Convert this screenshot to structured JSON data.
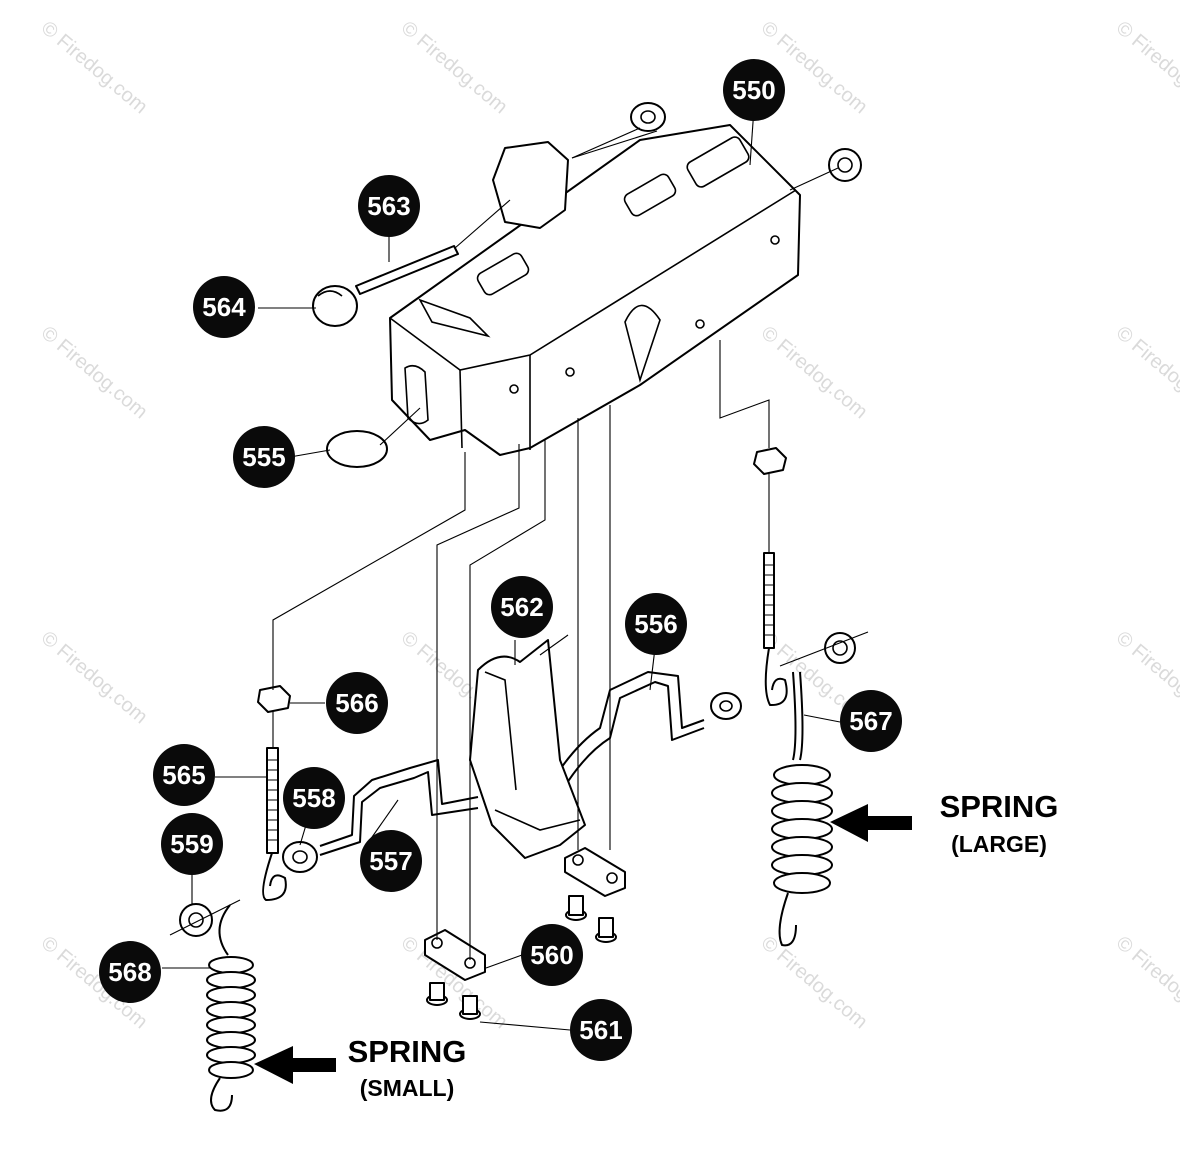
{
  "watermark": "© Firedog.com",
  "parts": [
    {
      "id": "p550",
      "number": "550"
    },
    {
      "id": "p563",
      "number": "563"
    },
    {
      "id": "p564",
      "number": "564"
    },
    {
      "id": "p555",
      "number": "555"
    },
    {
      "id": "p562",
      "number": "562"
    },
    {
      "id": "p556",
      "number": "556"
    },
    {
      "id": "p566",
      "number": "566"
    },
    {
      "id": "p565",
      "number": "565"
    },
    {
      "id": "p558",
      "number": "558"
    },
    {
      "id": "p559",
      "number": "559"
    },
    {
      "id": "p557",
      "number": "557"
    },
    {
      "id": "p567",
      "number": "567"
    },
    {
      "id": "p560",
      "number": "560"
    },
    {
      "id": "p568",
      "number": "568"
    },
    {
      "id": "p561",
      "number": "561"
    }
  ],
  "callouts": {
    "large": {
      "title": "SPRING",
      "subtitle": "(LARGE)"
    },
    "small": {
      "title": "SPRING",
      "subtitle": "(SMALL)"
    }
  }
}
